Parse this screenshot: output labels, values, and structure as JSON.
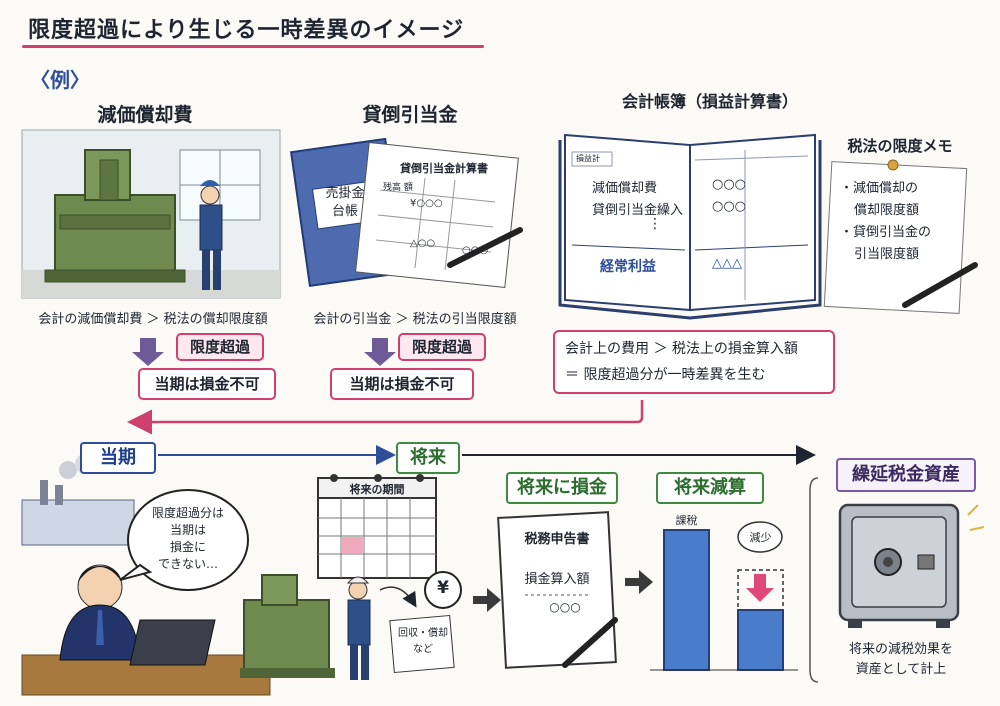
{
  "title": "限度超過により生じる一時差異のイメージ",
  "example_label": "〈例〉",
  "depreciation": {
    "heading": "減価償却費",
    "comparison": "会計の減価償却費 ＞ 税法の償却限度額",
    "excess": "限度超過",
    "result": "当期は損金不可"
  },
  "allowance": {
    "heading": "貸倒引当金",
    "ledger_label": "売掛金台帳",
    "ledger_line1": "売掛金",
    "ledger_line2": "台帳",
    "sheet_title": "貸倒引当金計算書",
    "sheet_header": "残高 額",
    "sheet_row1": "¥○○○",
    "sheet_row2": "△○○",
    "sheet_row3": "○○○",
    "comparison": "会計の引当金 ＞ 税法の引当限度額",
    "excess": "限度超過",
    "result": "当期は損金不可"
  },
  "book": {
    "heading": "会計帳簿（損益計算書）",
    "tab": "損益計",
    "row1": "減価償却費",
    "row2": "貸倒引当金繰入",
    "row1_value": "○○○",
    "row2_value": "○○○",
    "dots": "⋮",
    "profit_label": "経常利益",
    "profit_value": "△△△"
  },
  "memo": {
    "heading": "税法の限度メモ",
    "item1_line1": "・減価償却の",
    "item1_line2": "償却限度額",
    "item2_line1": "・貸倒引当金の",
    "item2_line2": "引当限度額"
  },
  "summary": {
    "line1": "会計上の費用 ＞ 税法上の損金算入額",
    "line2": "＝ 限度超過分が一時差異を生む"
  },
  "timeline": {
    "current": "当期",
    "future": "将来"
  },
  "speech": {
    "line1": "限度超過分は",
    "line2": "当期は",
    "line3": "損金に",
    "line4": "できない…"
  },
  "calendar": {
    "title": "将来の期間"
  },
  "money": {
    "symbol": "¥",
    "note_line1": "回収・償却",
    "note_line2": "など"
  },
  "future_deduction": {
    "heading": "将来に損金",
    "doc_title": "税務申告書",
    "doc_line": "損金算入額",
    "doc_value": "○○○"
  },
  "future_reduction": {
    "heading": "将来減算",
    "bar_label": "課稅",
    "decrease_label": "減少"
  },
  "dta": {
    "heading": "繰延税金資産",
    "caption_line1": "将来の減税効果を",
    "caption_line2": "資産として計上"
  },
  "colors": {
    "accent_pink": "#d0406e",
    "blue": "#2e4d9a",
    "green": "#3e8b40",
    "purple": "#7a5aa6",
    "machine_green": "#6f8a4e"
  }
}
